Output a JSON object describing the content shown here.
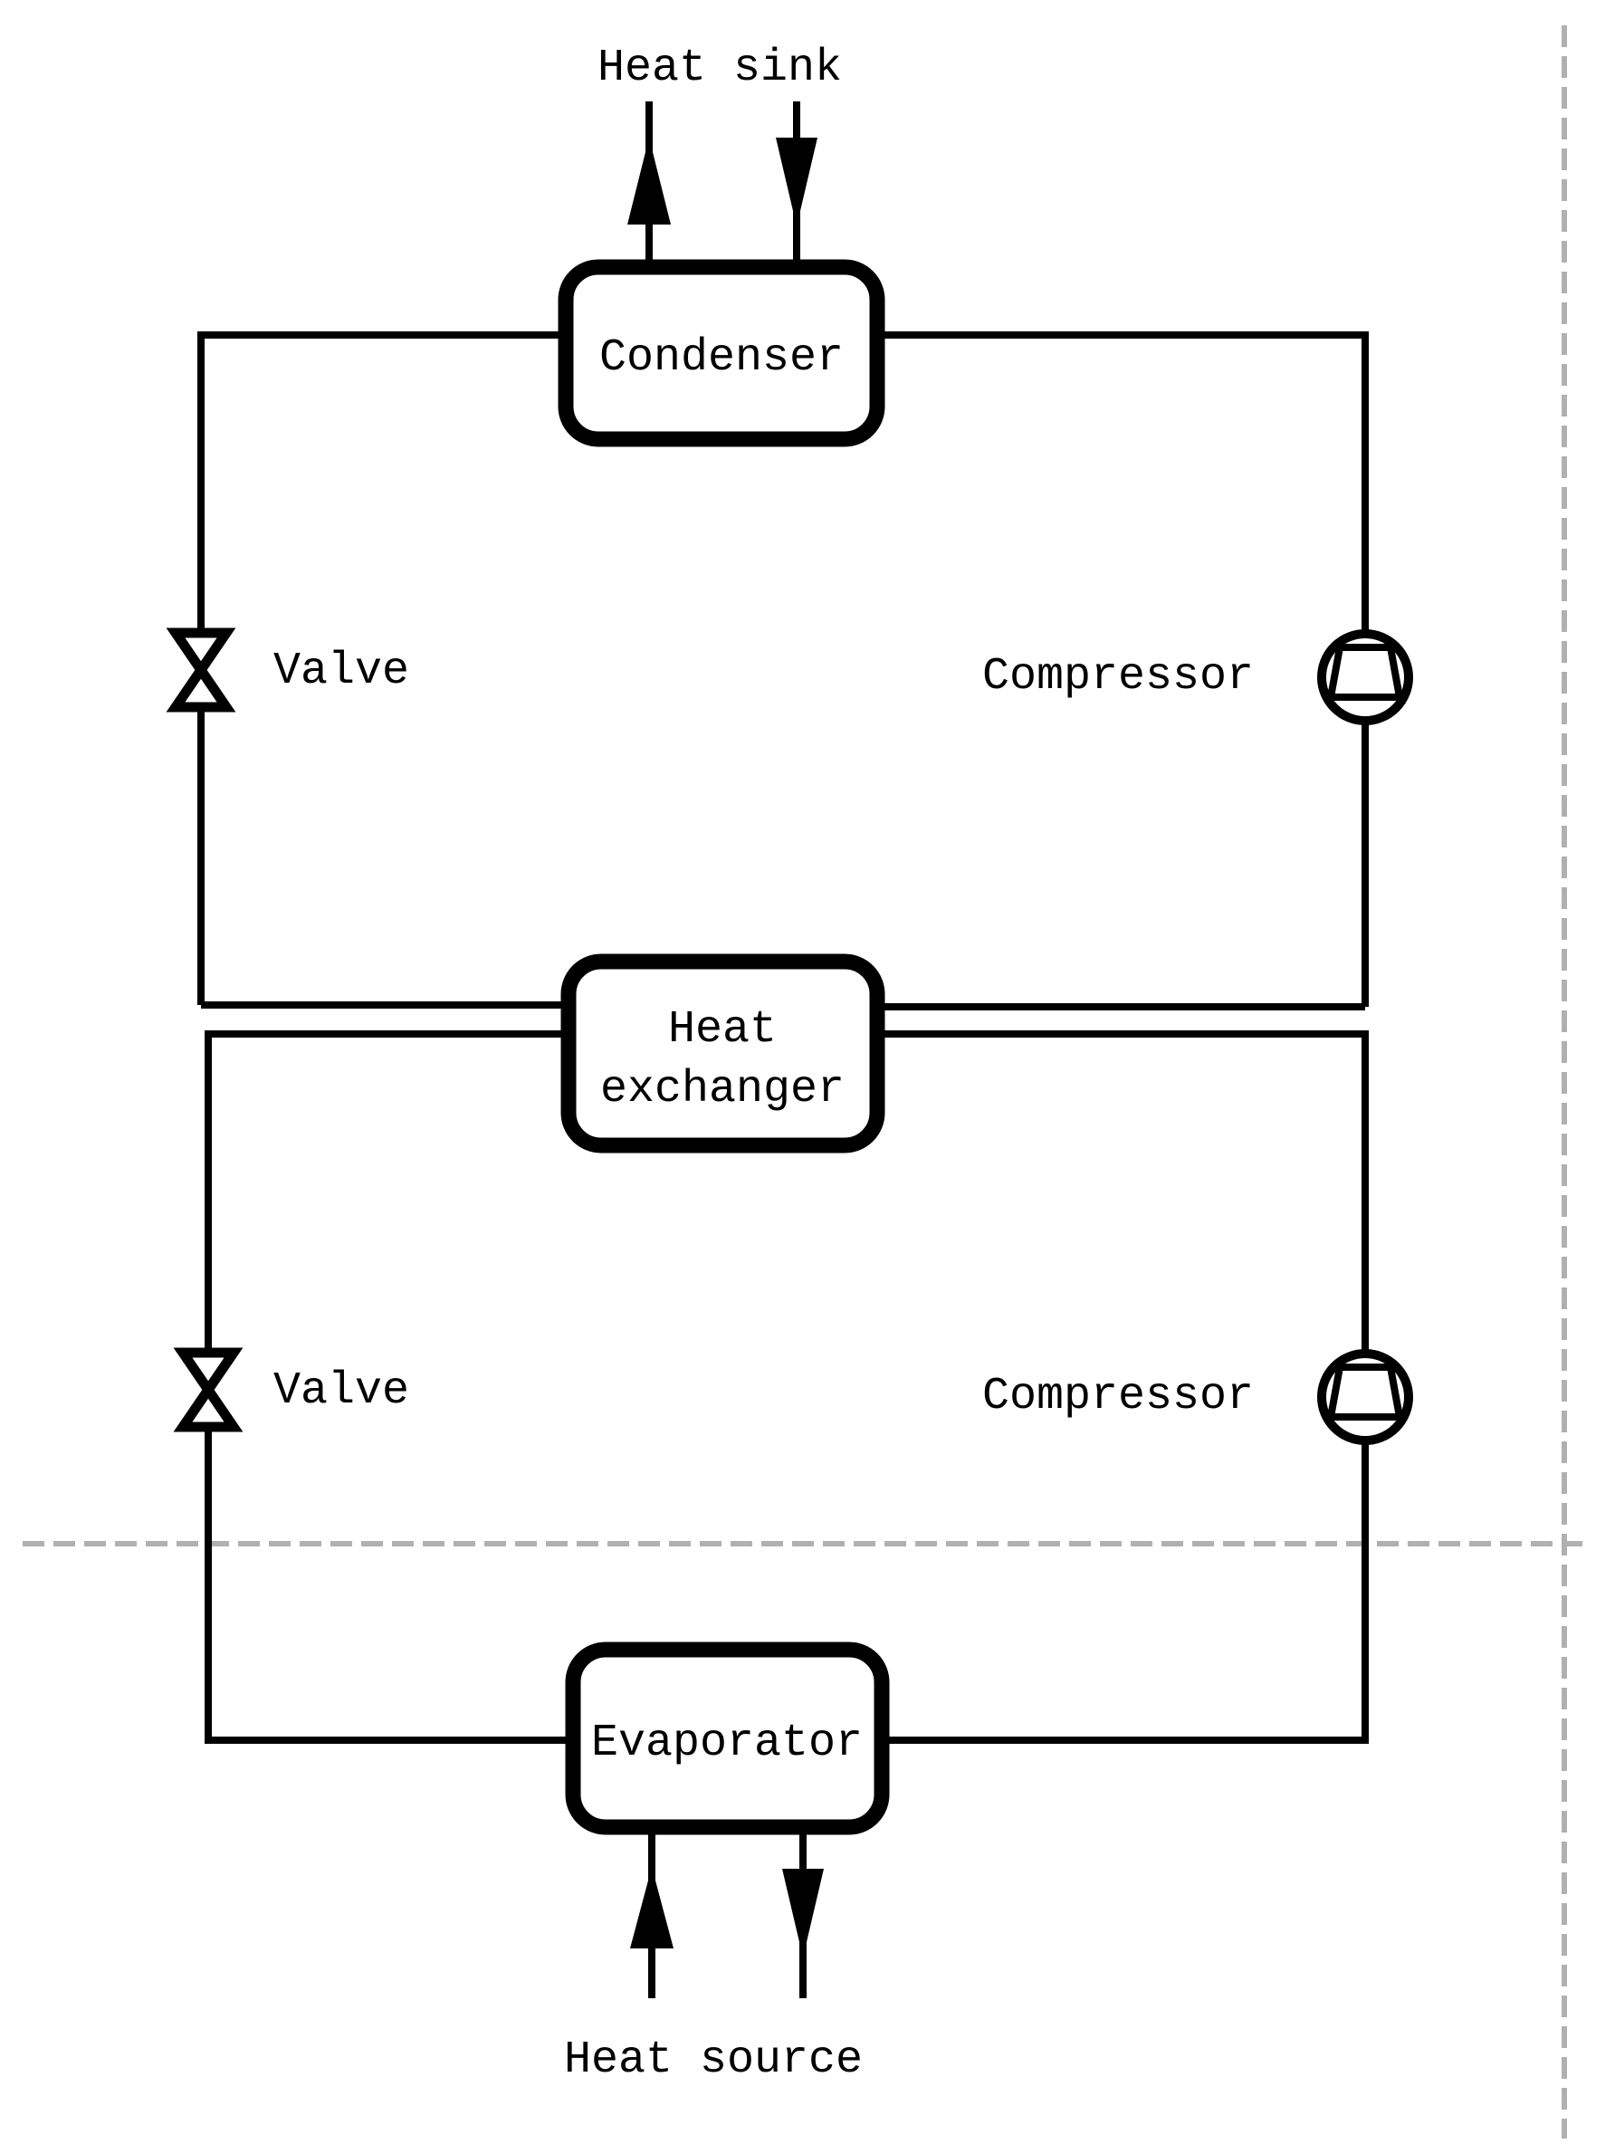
{
  "diagram": {
    "top_flow_label": "Heat sink",
    "bottom_flow_label": "Heat source",
    "components": {
      "condenser": {
        "label": "Condenser"
      },
      "heat_exchanger": {
        "label_line1": "Heat",
        "label_line2": "exchanger"
      },
      "evaporator": {
        "label": "Evaporator"
      },
      "valve_upper": {
        "label": "Valve"
      },
      "valve_lower": {
        "label": "Valve"
      },
      "compressor_upper": {
        "label": "Compressor"
      },
      "compressor_lower": {
        "label": "Compressor"
      }
    },
    "icons": {
      "valve_upper": "valve-icon",
      "valve_lower": "valve-icon",
      "compressor_upper": "compressor-icon",
      "compressor_lower": "compressor-icon"
    },
    "colors": {
      "line": "#000000",
      "boundary_dashed": "#b0b0b0",
      "background": "#ffffff"
    }
  }
}
